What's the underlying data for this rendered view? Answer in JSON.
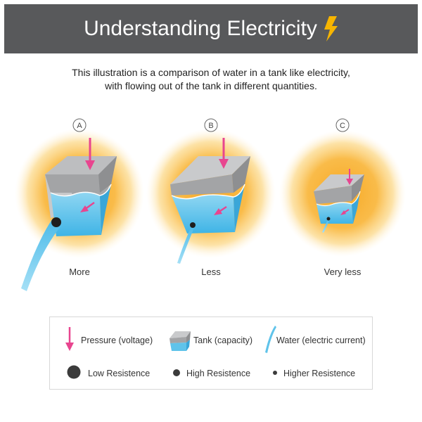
{
  "header": {
    "title": "Understanding Electricity",
    "icon": "lightning-bolt-icon"
  },
  "intro": {
    "line1": "This illustration is a comparison of water in a tank like electricity,",
    "line2": "with flowing out of the tank in different quantities."
  },
  "tanks": [
    {
      "letter": "A",
      "caption": "More"
    },
    {
      "letter": "B",
      "caption": "Less"
    },
    {
      "letter": "C",
      "caption": "Very less"
    }
  ],
  "legend": {
    "pressure": "Pressure (voltage)",
    "tank": "Tank (capacity)",
    "water": "Water (electric current)",
    "low": "Low Resistence",
    "high": "High Resistence",
    "higher": "Higher Resistence"
  },
  "colors": {
    "header_bg": "#58595b",
    "bolt": "#f7b500",
    "glow": "#f9b233",
    "pressure_arrow": "#e8458f",
    "water": "#5fc3ea",
    "tank_gray": "#9b9b9b"
  }
}
